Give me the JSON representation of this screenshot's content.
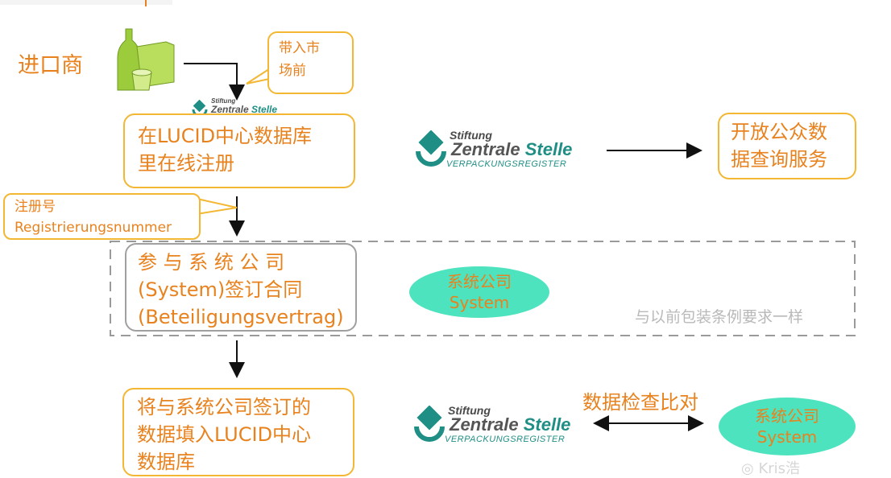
{
  "importer_label": "进口商",
  "callout_before_market": [
    "带入市",
    "场前"
  ],
  "register_box": [
    "在LUCID中心数据库",
    "里在线注册"
  ],
  "callout_reg_number": [
    "注册号",
    "Registrierungsnummer"
  ],
  "contract_box": [
    "参 与 系 统 公 司",
    "(System)签订合同",
    "(Beteiligungsvertrag)"
  ],
  "system_ellipse_1": [
    "系统公司",
    "System"
  ],
  "same_as_before": "与以前包装条例要求一样",
  "public_service_box": [
    "开放公众数",
    "据查询服务"
  ],
  "fill_data_box": [
    "将与系统公司签订的",
    "数据填入LUCID中心",
    "数据库"
  ],
  "data_check_label": "数据检查比对",
  "system_ellipse_2": [
    "系统公司",
    "System"
  ],
  "logo": {
    "stiftung": "Stiftung",
    "zentrale": "Zentrale",
    "stelle": "Stelle",
    "register": "VERPACKUNGSREGISTER"
  },
  "watermark": "Kris浩",
  "colors": {
    "orange_text": "#e8821e",
    "box_border": "#f3b733",
    "teal": "#1f8f86",
    "ellipse": "#4de3bf",
    "bottle_green": "#9ccc3c"
  }
}
